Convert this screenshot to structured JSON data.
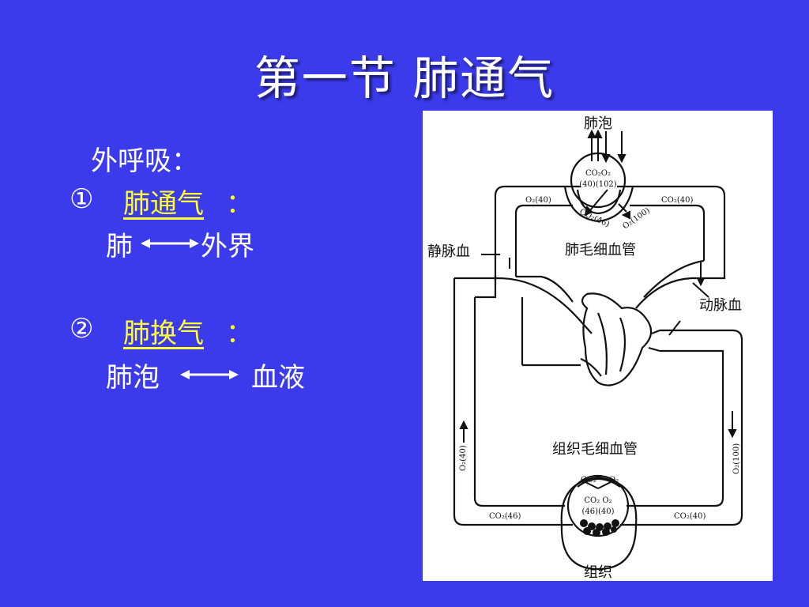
{
  "title": "第一节  肺通气",
  "left": {
    "external": "外呼吸：",
    "item1": {
      "num": "①",
      "label": "肺通气",
      "colon": "：",
      "from": "肺",
      "to": "外界"
    },
    "item2": {
      "num": "②",
      "label": "肺换气",
      "colon": "：",
      "from": "肺泡",
      "to": "血液"
    }
  },
  "figure": {
    "alveolus": "肺泡",
    "alv_inner_top": "CO₂O₂",
    "alv_inner_vals": "(40)(102)",
    "o2_left": "O₂(40)",
    "co2_right": "CO₂(40)",
    "co2_46": "CO₂(46)",
    "o2_100": "O₂(100)",
    "vein_blood": "静脉血",
    "pulm_cap": "肺毛细血管",
    "art_blood": "动脉血",
    "tissue_cap": "组织毛细血管",
    "o2_40_side": "O₂(40)",
    "o2_100_side": "O₂(100)",
    "co2_46_bottom": "CO₂(46)",
    "co2_40_bottom": "CO₂(40)",
    "tis_co2": "CO₂",
    "tis_o2": "O₂",
    "tis_inner_top": "CO₂  O₂",
    "tis_inner_vals": "(46)(40)",
    "tissue": "组织"
  }
}
